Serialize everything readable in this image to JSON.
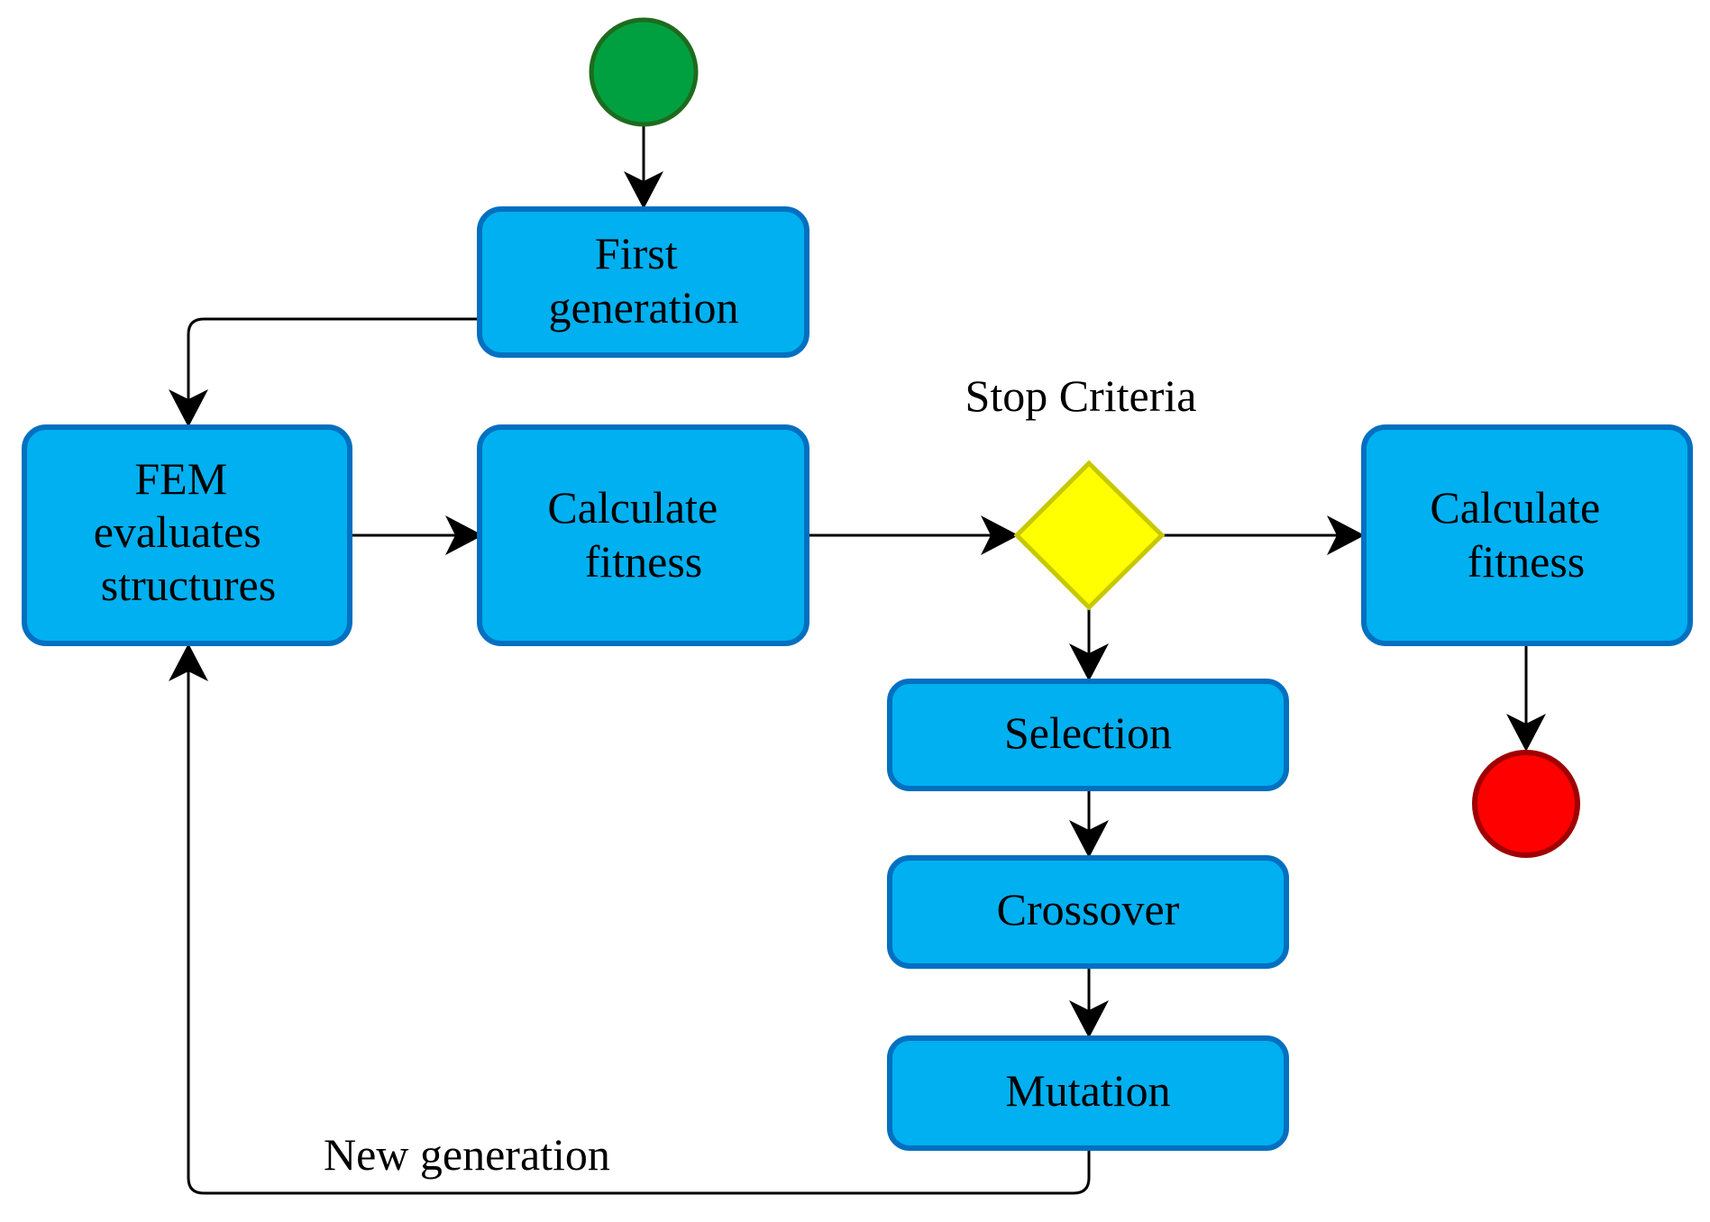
{
  "diagram": {
    "nodes": {
      "first_generation": {
        "line1": "First",
        "line2": "generation"
      },
      "fem": {
        "line1": "FEM",
        "line2": "evaluates",
        "line3": "structures"
      },
      "calc_fitness_1": {
        "line1": "Calculate",
        "line2": "fitness"
      },
      "calc_fitness_2": {
        "line1": "Calculate",
        "line2": "fitness"
      },
      "selection": {
        "label": "Selection"
      },
      "crossover": {
        "label": "Crossover"
      },
      "mutation": {
        "label": "Mutation"
      }
    },
    "labels": {
      "stop_criteria": "Stop Criteria",
      "new_generation": "New generation"
    },
    "colors": {
      "process_fill": "#00b0f0",
      "process_stroke": "#0070c0",
      "start_fill": "#00a040",
      "start_stroke": "#1e6b1e",
      "end_fill": "#ff0000",
      "end_stroke": "#a00000",
      "decision_fill": "#ffff00",
      "decision_stroke": "#c8c800",
      "edge": "#000000"
    }
  }
}
